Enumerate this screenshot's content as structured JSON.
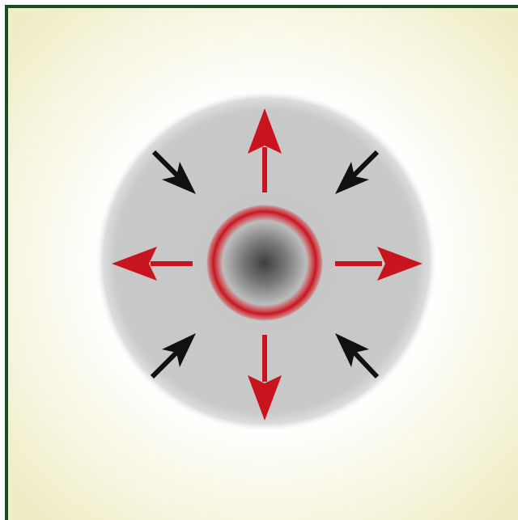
{
  "diagram": {
    "colors": {
      "border": "#1f4a26",
      "background_outer": "#f2f0cf",
      "background_inner": "#ffffff",
      "disc_fill": "#c8c8c8",
      "core_dark": "#4a4a4a",
      "ring": "#c8141e",
      "outward_arrows": "#c8141e",
      "inward_arrows": "#111111"
    },
    "arrows": {
      "outward": [
        {
          "direction": "up",
          "icon": "arrow-up-icon"
        },
        {
          "direction": "down",
          "icon": "arrow-down-icon"
        },
        {
          "direction": "left",
          "icon": "arrow-left-icon"
        },
        {
          "direction": "right",
          "icon": "arrow-right-icon"
        }
      ],
      "inward": [
        {
          "direction": "down-right",
          "icon": "arrow-down-right-icon"
        },
        {
          "direction": "down-left",
          "icon": "arrow-down-left-icon"
        },
        {
          "direction": "up-right",
          "icon": "arrow-up-right-icon"
        },
        {
          "direction": "up-left",
          "icon": "arrow-up-left-icon"
        }
      ]
    }
  }
}
